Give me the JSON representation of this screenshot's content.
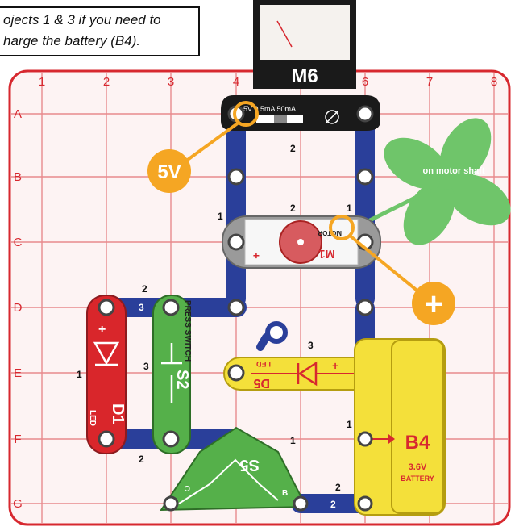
{
  "instruction": {
    "line1": "ojects 1 & 3 if you need to",
    "line2": "harge the battery (B4)."
  },
  "grid": {
    "columns": [
      "1",
      "2",
      "3",
      "4",
      "5",
      "6",
      "7",
      "8"
    ],
    "rows": [
      "A",
      "B",
      "C",
      "D",
      "E",
      "F",
      "G"
    ]
  },
  "meter": {
    "label": "M6",
    "scale_text": "5V 0.5mA 50mA",
    "callout": "5V"
  },
  "motor": {
    "label": "M1",
    "plus": "+",
    "name": "MOTOR",
    "fan_caption": "on motor shaft",
    "callout": "+"
  },
  "led_d5": {
    "label": "D5",
    "sub": "LED"
  },
  "led_d1": {
    "label": "D1",
    "sub": "LED",
    "plus": "+"
  },
  "switch_s2": {
    "label": "S2",
    "sub": "PRESS SWITCH"
  },
  "speaker_s5": {
    "label": "S5",
    "pin_b": "B",
    "pin_c": "C"
  },
  "battery": {
    "label": "B4",
    "voltage": "3.6V",
    "type": "BATTERY"
  },
  "wire_labels": {
    "top": "2",
    "left_motor": "1",
    "motor_mid": "2",
    "right_motor": "1",
    "led_mid": "3",
    "d_row": "2",
    "d_row_inner": "3",
    "s2_left": "3",
    "d1_left": "1",
    "f_row": "2",
    "speaker_top": "1",
    "bottom_wire": "2",
    "bottom_inner": "2",
    "bat_left": "1",
    "wire_1": "1",
    "wire_2": "2",
    "wire_3": "3"
  },
  "colors": {
    "grid_border": "#d7282f",
    "grid_line": "#e88a8d",
    "wire_blue": "#2a3f9a",
    "led_yellow": "#f4e03a",
    "switch_green": "#55b04a",
    "led_red": "#d9262b",
    "callout_orange": "#f5a623",
    "fan_green": "#6fc56a",
    "motor_gray": "#9a9a9a"
  }
}
